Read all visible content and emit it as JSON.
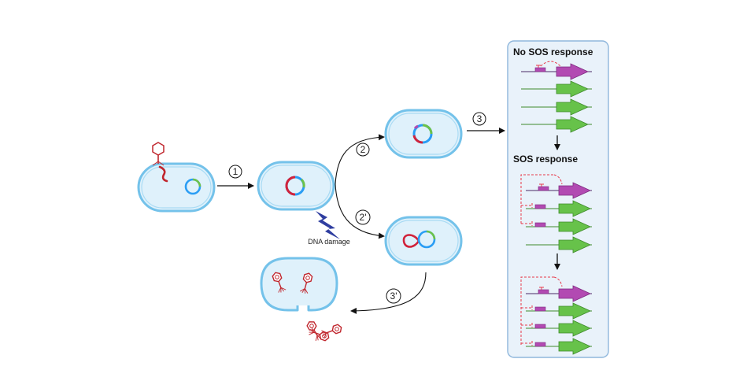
{
  "steps": {
    "s1": "1",
    "s2": "2",
    "s2p": "2'",
    "s3": "3",
    "s3p": "3'"
  },
  "labels": {
    "dna_damage": "DNA damage"
  },
  "panel": {
    "no_sos_title": "No SOS response",
    "sos_title": "SOS response"
  },
  "colors": {
    "cell_fill": "#dff1fb",
    "cell_stroke": "#74c2ea",
    "phage": "#c0262d",
    "repressor_dashed": "#e8394a",
    "operator_box": "#b24ab2",
    "gene_purple": "#b24ab2",
    "gene_green": "#67c24a",
    "panel_fill": "#e9f2fa",
    "panel_stroke": "#8fb7dc",
    "lightning": "#2f3ea0"
  }
}
